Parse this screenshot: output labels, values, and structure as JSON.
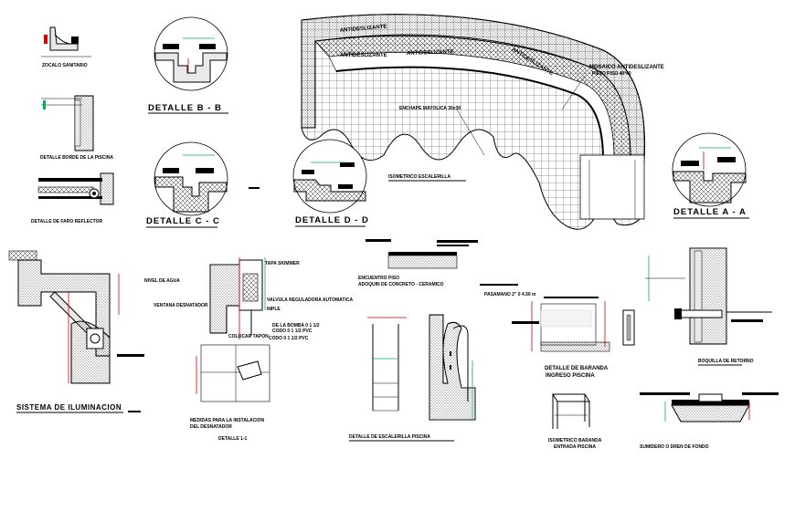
{
  "labels": {
    "zocalo": "ZOCALO SANITARIO",
    "borde": "DETALLE BORDE DE LA PISCINA",
    "faro": "DETALLE DE FARO REFLECTOR",
    "bb": "DETALLE  B - B",
    "cc": "DETALLE  C - C",
    "dd": "DETALLE  D - D",
    "aa": "DETALLE  A - A",
    "antid1": "ANTIDESLIZANTE",
    "antid2": "ANTIDESLIZANTE",
    "antid3": "ANTIDESLIZANTE",
    "antid4": "ANTIDESLIZANTE",
    "mosaico": "MOSAICO ANTIDESLIZANTE",
    "piso": "PIETO PISO 40*40",
    "enchape": "ENCHAPE MAYOLICA 30x30",
    "iso_esc": "ISOMETRICO ESCALERILLA",
    "iluminacion": "SISTEMA DE ILUMINACION",
    "nivel_agua": "NIVEL DE AGUA",
    "ventana": "VENTANA DESNATADOR",
    "tapa": "TAPA SKIMMER",
    "valvula": "VALVULA REGULADORA AUTOMATICA",
    "niple": "NIPLE",
    "bomba": "DE LA BOMBA 0 1 1/2",
    "codo1": "CODO 0 1 1/2 PVC",
    "colocar": "COLOCAR TAPON",
    "codo2": "CODO 0 1 1/2 PVC",
    "medidas1": "MEDIDAS PARA  LA INSTALACION",
    "medidas2": "DEL DESNATADOR",
    "det11": "DETALLE 1-1",
    "encuentro1": "ENCUENTRO PISO",
    "encuentro2": "ADOQUIN DE CONCRETO - CERAMICO",
    "escalerilla": "DETALLE DE ESCALERILLA PISCINA",
    "pasamano": "PASAMANO 2\" 0 4.50 m",
    "baranda1": "DETALLE DE BARANDA",
    "baranda2": "INGRESO PISCINA",
    "isobar1": "ISOMETRICO BARANDA",
    "isobar2": "ENTRADA PISCINA",
    "boquilla": "BOQUILLA DE RETORNO",
    "sumidero": "SUMIDERO O DREN DE FONDO"
  }
}
